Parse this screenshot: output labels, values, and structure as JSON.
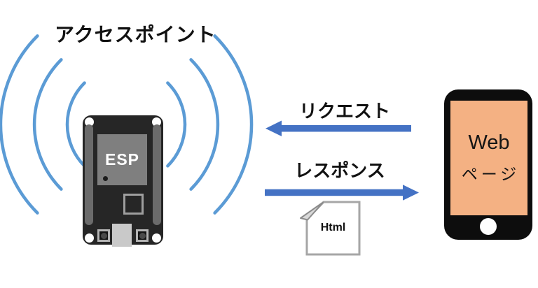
{
  "access_point": {
    "label": "アクセスポイント",
    "chip_label": "ESP",
    "wifi_color": "#5B9BD5",
    "board_color": "#262626"
  },
  "messages": {
    "request_label": "リクエスト",
    "response_label": "レスポンス",
    "arrow_color": "#4472C4"
  },
  "html_file": {
    "label": "Html",
    "border_color": "#A6A6A6"
  },
  "client_device": {
    "screen_line1": "Web",
    "screen_line2": "ページ",
    "screen_color": "#F4B183",
    "body_color": "#0D0D0D"
  }
}
